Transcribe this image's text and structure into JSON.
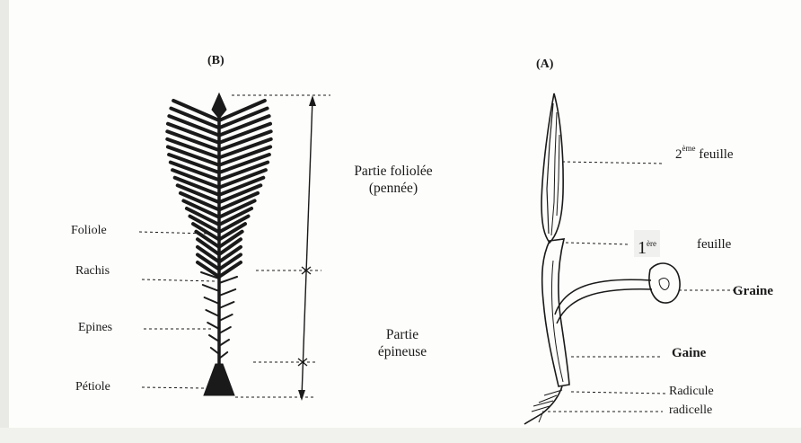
{
  "panels": {
    "b": "(B)",
    "a": "(A)"
  },
  "palm_leaf": {
    "zones": {
      "foliolee_line1": "Partie foliolée",
      "foliolee_line2": "(pennée)",
      "epineuse_line1": "Partie",
      "epineuse_line2": "épineuse"
    },
    "parts": {
      "foliole": "Foliole",
      "rachis": "Rachis",
      "epines": "Epines",
      "petiole": "Pétiole"
    }
  },
  "seedling": {
    "second_leaf": {
      "number": "2",
      "sup": "ème",
      "word": "feuille"
    },
    "first_leaf": {
      "number": "1",
      "sup": "ère",
      "word": "feuille"
    },
    "graine": "Graine",
    "gaine": "Gaine",
    "radicule": "Radicule",
    "radicelle": "radicelle"
  },
  "colors": {
    "ink": "#1a1a1a",
    "paper": "#fdfdfb"
  }
}
